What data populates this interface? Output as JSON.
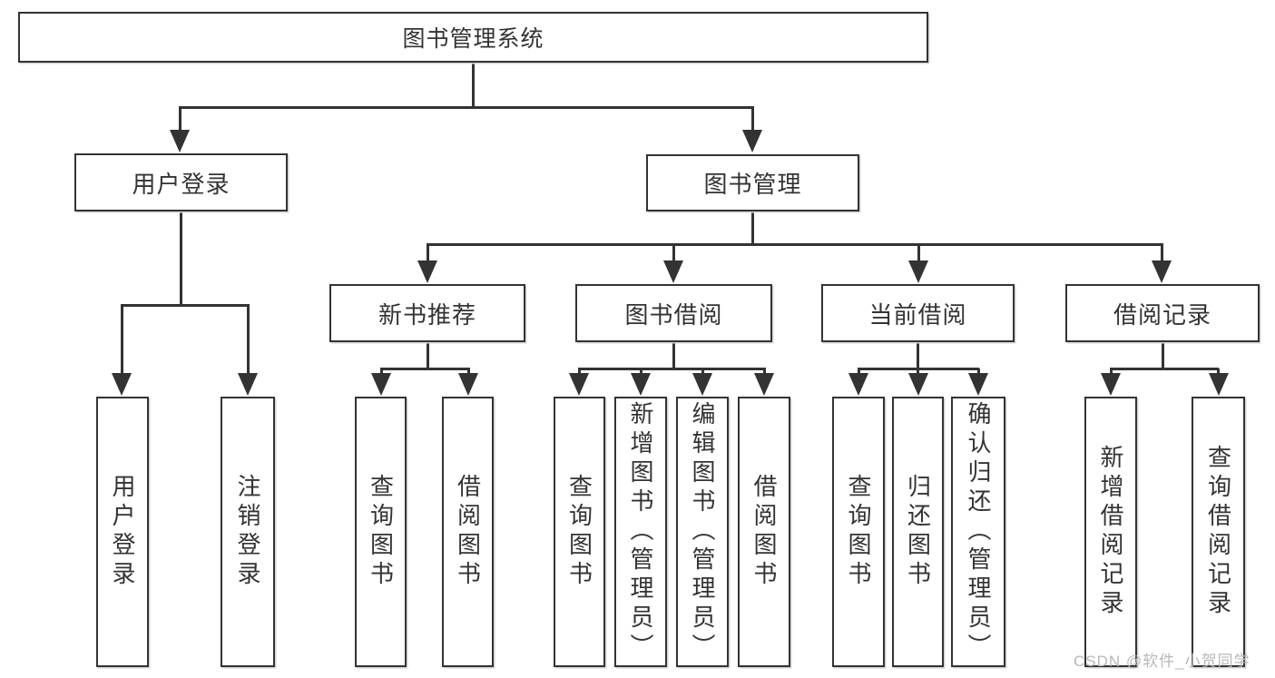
{
  "diagram": {
    "root": {
      "label": "图书管理系统"
    },
    "branches": [
      {
        "label": "用户登录",
        "children": [
          {
            "label": "用户登录"
          },
          {
            "label": "注销登录"
          }
        ]
      },
      {
        "label": "图书管理",
        "children": [
          {
            "label": "新书推荐",
            "children": [
              {
                "label": "查询图书"
              },
              {
                "label": "借阅图书"
              }
            ]
          },
          {
            "label": "图书借阅",
            "children": [
              {
                "label": "查询图书"
              },
              {
                "label": "新增图书（管理员）"
              },
              {
                "label": "编辑图书（管理员）"
              },
              {
                "label": "借阅图书"
              }
            ]
          },
          {
            "label": "当前借阅",
            "children": [
              {
                "label": "查询图书"
              },
              {
                "label": "归还图书"
              },
              {
                "label": "确认归还（管理员）"
              }
            ]
          },
          {
            "label": "借阅记录",
            "children": [
              {
                "label": "新增借阅记录"
              },
              {
                "label": "查询借阅记录"
              }
            ]
          }
        ]
      }
    ]
  },
  "watermark": {
    "text": "CSDN @软件_小贺同学"
  },
  "colors": {
    "line": "#333333",
    "text": "#333333",
    "watermark": "#b8b8b8",
    "background": "#ffffff"
  }
}
